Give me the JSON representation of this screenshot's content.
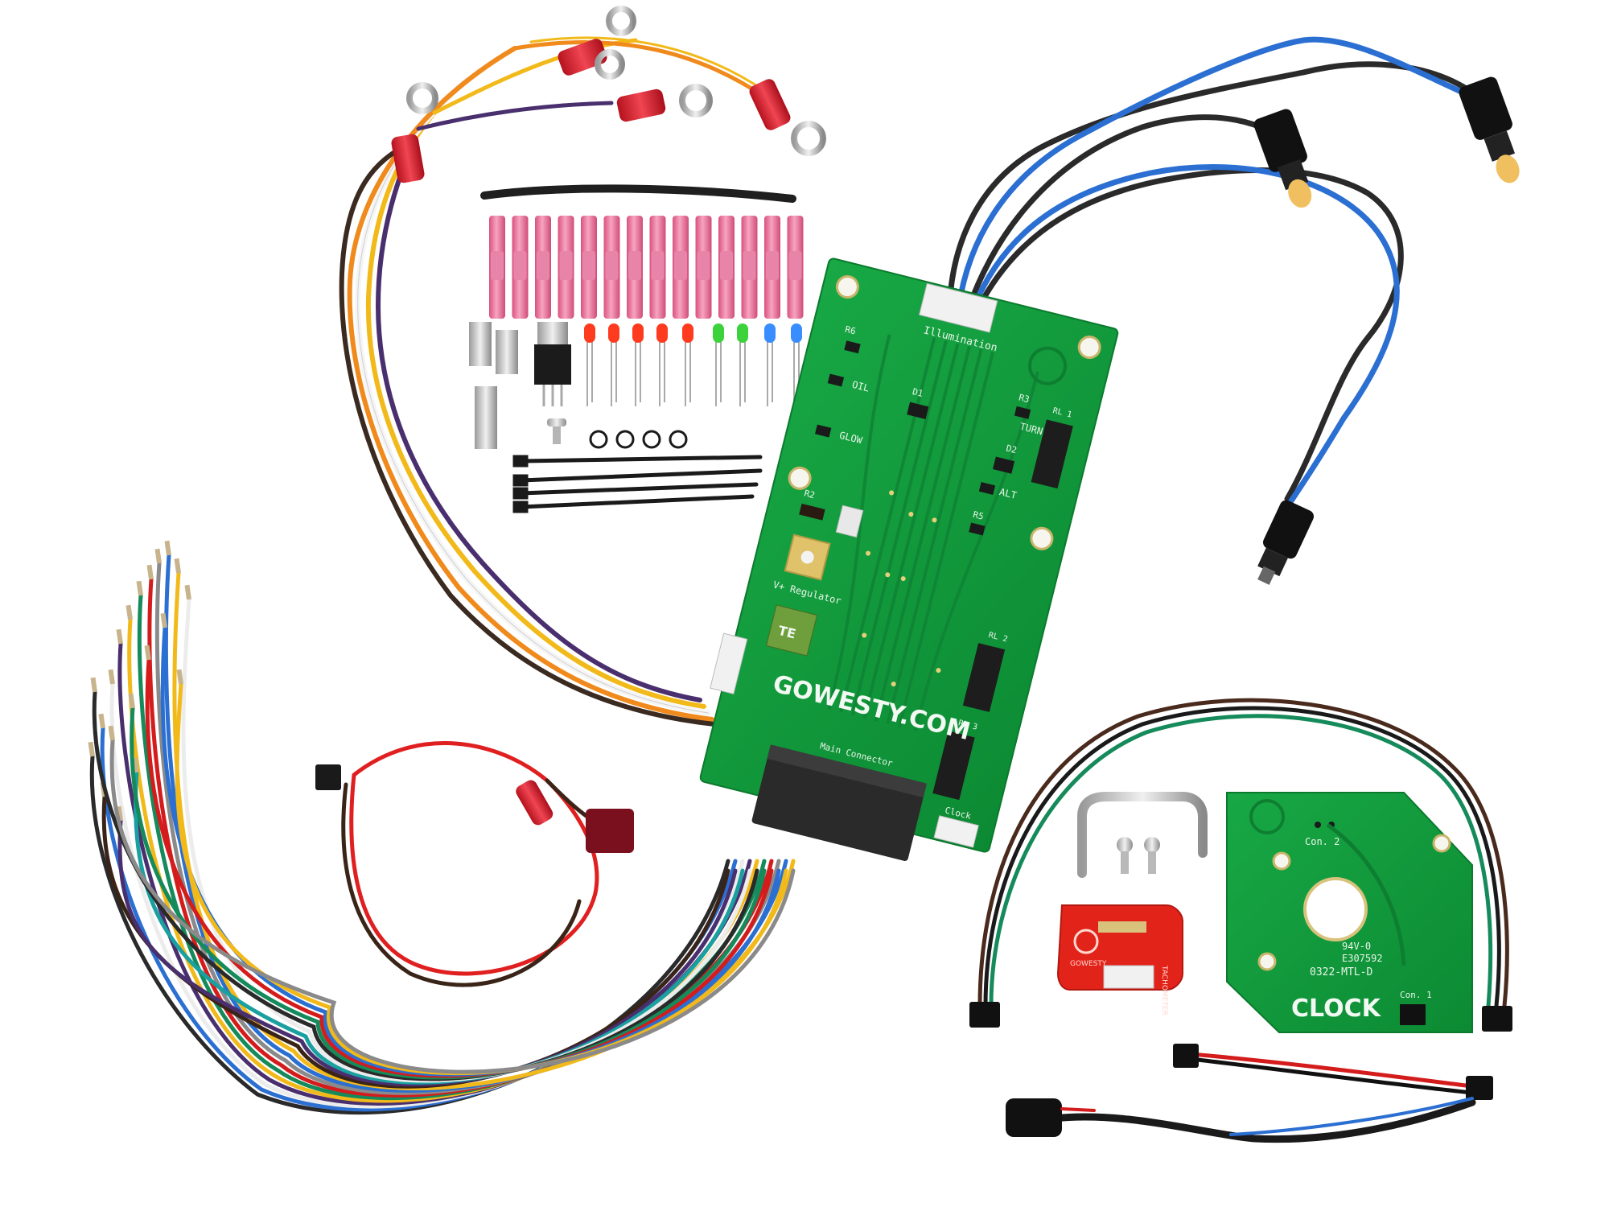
{
  "main_board": {
    "brand_text": "GOWESTY.COM",
    "illumination_label": "Illumination",
    "regulator_label": "V+ Regulator",
    "main_connector_label": "Main Connector",
    "clock_label": "Clock",
    "regulator_chip_text": "TE",
    "component_labels": {
      "oil": "OIL",
      "glow": "GLOW",
      "turn": "TURN",
      "alt": "ALT",
      "r2": "R2",
      "r6": "R6",
      "d1": "D1",
      "d2": "D2",
      "r3": "R3",
      "r5": "R5",
      "rl1": "RL 1",
      "rl2": "RL 2",
      "rl3": "RL 3"
    }
  },
  "clock_board": {
    "label": "CLOCK",
    "con1": "Con. 1",
    "con2": "Con. 2",
    "rating": "94V-0",
    "ul_code": "E307592",
    "part_code": "0322-MTL-D"
  },
  "tach_board": {
    "label": "TACHOMETER",
    "logo_text": "GOWESTY"
  },
  "colors": {
    "pcb_green": "#129a3c",
    "tach_red": "#e2231a",
    "heat_shrink_pink": "#e7709a",
    "ring_terminal_red": "#d8202c",
    "background": "#ffffff"
  }
}
